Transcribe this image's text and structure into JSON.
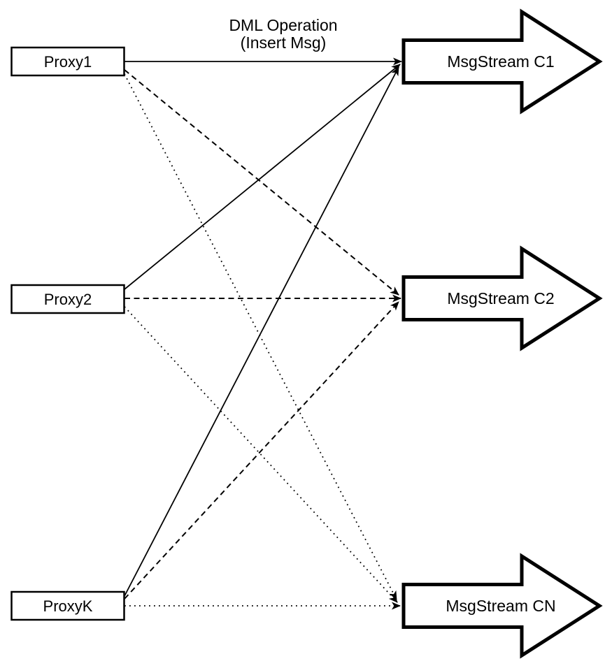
{
  "title": {
    "line1": "DML Operation",
    "line2": "(Insert Msg)"
  },
  "proxies": [
    {
      "label": "Proxy1"
    },
    {
      "label": "Proxy2"
    },
    {
      "label": "ProxyK"
    }
  ],
  "streams": [
    {
      "label": "MsgStream C1",
      "incoming_line_style": "solid"
    },
    {
      "label": "MsgStream C2",
      "incoming_line_style": "dashed"
    },
    {
      "label": "MsgStream CN",
      "incoming_line_style": "dotted"
    }
  ],
  "connections": [
    {
      "from": "Proxy1",
      "to": "MsgStream C1",
      "style": "solid"
    },
    {
      "from": "Proxy1",
      "to": "MsgStream C2",
      "style": "dashed"
    },
    {
      "from": "Proxy1",
      "to": "MsgStream CN",
      "style": "dotted"
    },
    {
      "from": "Proxy2",
      "to": "MsgStream C1",
      "style": "solid"
    },
    {
      "from": "Proxy2",
      "to": "MsgStream C2",
      "style": "dashed"
    },
    {
      "from": "Proxy2",
      "to": "MsgStream CN",
      "style": "dotted"
    },
    {
      "from": "ProxyK",
      "to": "MsgStream C1",
      "style": "solid"
    },
    {
      "from": "ProxyK",
      "to": "MsgStream C2",
      "style": "dashed"
    },
    {
      "from": "ProxyK",
      "to": "MsgStream CN",
      "style": "dotted"
    }
  ],
  "colors": {
    "stroke": "#000000",
    "fill": "#ffffff",
    "background": "#ffffff"
  }
}
